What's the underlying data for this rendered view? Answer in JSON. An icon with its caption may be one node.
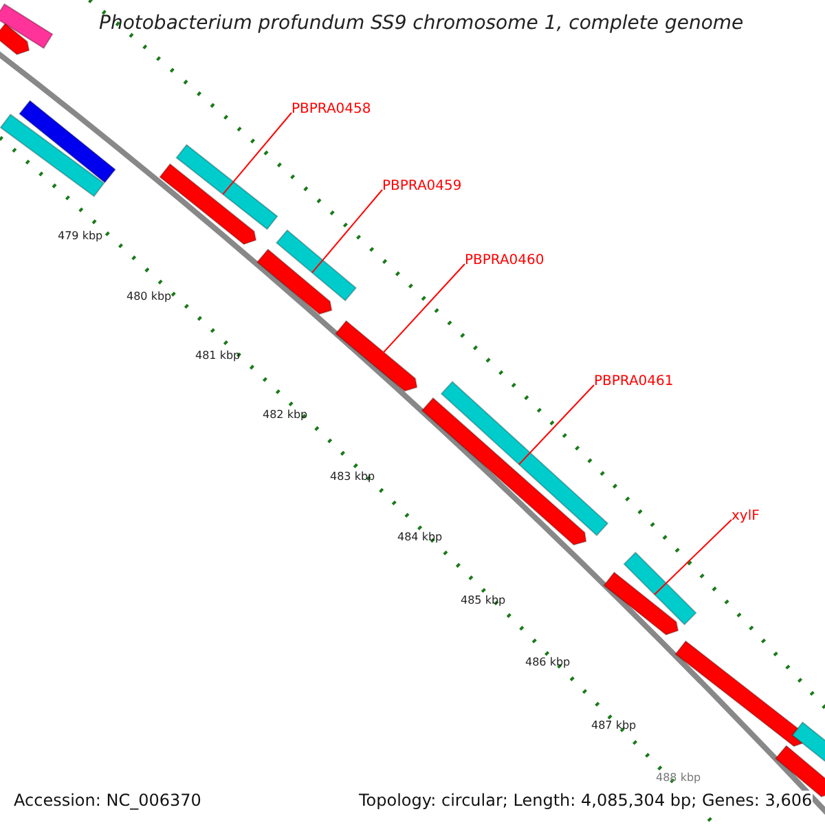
{
  "diagram": {
    "title": "Photobacterium profundum SS9 chromosome 1, complete genome",
    "nodes": [
      {
        "text": [
          "PBPRA0458"
        ]
      },
      {
        "text": [
          "PBPRA0459"
        ]
      },
      {
        "text": [
          "PBPRA0460"
        ]
      },
      {
        "text": [
          "PBPRA0461"
        ]
      },
      {
        "text": [
          "xylF"
        ]
      },
      {
        "text": [],
        "shape": "bar"
      },
      {
        "text": [],
        "shape": "bar"
      },
      {
        "text": [],
        "shape": "bar"
      },
      {
        "text": [],
        "shape": "bar"
      },
      {
        "text": [],
        "shape": "bar"
      },
      {
        "text": [],
        "shape": "bar"
      },
      {
        "text": [],
        "shape": "bar"
      },
      {
        "text": [],
        "shape": "bar"
      },
      {
        "text": [],
        "shape": "bar"
      },
      {
        "text": [],
        "shape": "bar"
      },
      {
        "text": [],
        "shape": "bar"
      },
      {
        "text": [],
        "shape": "bar"
      },
      {
        "text": [],
        "shape": "bar"
      },
      {
        "text": [],
        "shape": "bar"
      },
      {
        "text": [],
        "shape": "bar"
      },
      {
        "text": [],
        "shape": "bar"
      }
    ],
    "edges": [
      {
        "from": 0,
        "to": 10,
        "arrow": "none"
      },
      {
        "from": 1,
        "to": 12,
        "arrow": "none"
      },
      {
        "from": 2,
        "to": 13,
        "arrow": "none"
      },
      {
        "from": 3,
        "to": 15,
        "arrow": "none"
      },
      {
        "from": 4,
        "to": 17,
        "arrow": "none"
      }
    ],
    "labels": [
      "479 kbp",
      "480 kbp",
      "481 kbp",
      "482 kbp",
      "483 kbp",
      "484 kbp",
      "485 kbp",
      "486 kbp",
      "487 kbp",
      "488 kbp",
      "Accession: NC_006370",
      "Topology: circular; Length: 4,085,304 bp; Genes: 3,606"
    ]
  }
}
